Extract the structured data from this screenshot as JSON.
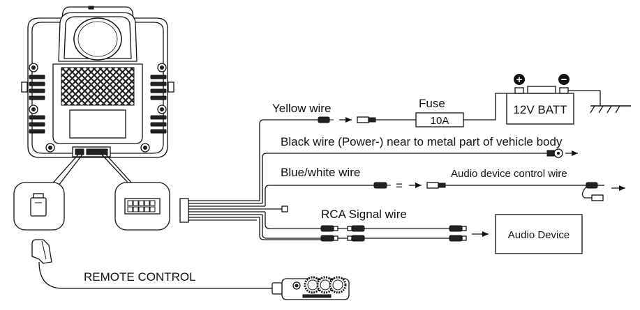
{
  "labels": {
    "yellow_wire": "Yellow wire",
    "fuse": "Fuse",
    "fuse_rating": "10A",
    "battery": "12V BATT",
    "black_wire": "Black wire  (Power-)  near to metal part of vehicle body",
    "blue_white_wire": "Blue/white wire",
    "equals": "=",
    "audio_control_wire": "Audio device control wire",
    "rca_signal_wire": "RCA Signal wire",
    "audio_device": "Audio Device",
    "remote_control": "REMOTE CONTROL"
  },
  "terminal_symbols": {
    "positive": "+",
    "negative": "−"
  },
  "icons": {
    "device": "subwoofer-enclosure-icon",
    "socket_small": "remote-socket-icon",
    "socket_large": "power-harness-socket-icon",
    "plug": "remote-plug-icon",
    "remote": "remote-control-icon",
    "ground": "ground-symbol-icon"
  }
}
